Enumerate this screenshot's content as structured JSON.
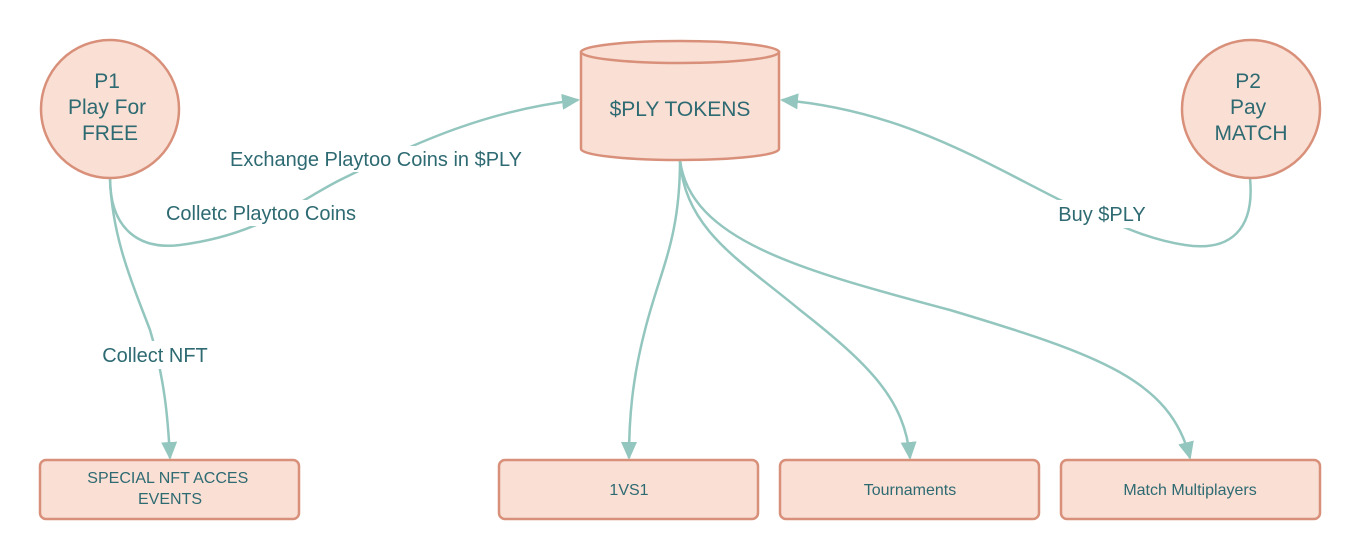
{
  "colors": {
    "node_fill": "#f9dfd4",
    "node_stroke": "#d9907a",
    "edge": "#93c6be",
    "text": "#2e6a72"
  },
  "nodes": {
    "p1": {
      "lines": [
        "P1",
        "Play For",
        "FREE"
      ]
    },
    "tokens": {
      "label": "$PLY TOKENS"
    },
    "p2": {
      "lines": [
        "P2",
        "Pay",
        "MATCH"
      ]
    },
    "nft_events": {
      "lines": [
        "SPECIAL NFT ACCES",
        "EVENTS"
      ]
    },
    "one_vs_one": {
      "label": "1VS1"
    },
    "tournaments": {
      "label": "Tournaments"
    },
    "match_multiplayers": {
      "label": "Match Multiplayers"
    }
  },
  "edges": {
    "exchange": {
      "label": "Exchange Playtoo Coins in $PLY"
    },
    "collect_coins": {
      "label": "Colletc Playtoo Coins"
    },
    "collect_nft": {
      "label": "Collect NFT"
    },
    "buy_ply": {
      "label": "Buy $PLY"
    }
  }
}
